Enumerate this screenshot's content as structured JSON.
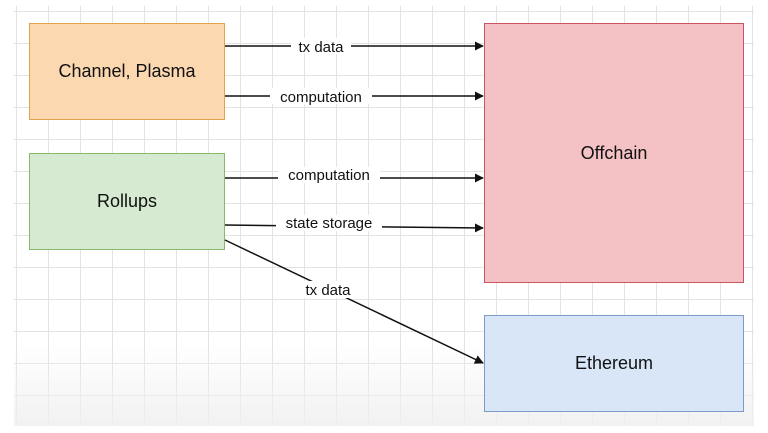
{
  "nodes": {
    "channel": "Channel, Plasma",
    "rollups": "Rollups",
    "offchain": "Offchain",
    "ethereum": "Ethereum"
  },
  "edges": [
    {
      "from": "channel",
      "to": "offchain",
      "label": "tx data"
    },
    {
      "from": "channel",
      "to": "offchain",
      "label": "computation"
    },
    {
      "from": "rollups",
      "to": "offchain",
      "label": "computation"
    },
    {
      "from": "rollups",
      "to": "offchain",
      "label": "state storage"
    },
    {
      "from": "rollups",
      "to": "ethereum",
      "label": "tx data"
    }
  ],
  "colors": {
    "channel_fill": "#fbd8b0",
    "channel_border": "#e0a24a",
    "rollups_fill": "#d6ead1",
    "rollups_border": "#84b96f",
    "offchain_fill": "#f4c1c5",
    "offchain_border": "#c8555f",
    "ethereum_fill": "#d8e6f7",
    "ethereum_border": "#7d9bc8",
    "edge": "#111111"
  }
}
